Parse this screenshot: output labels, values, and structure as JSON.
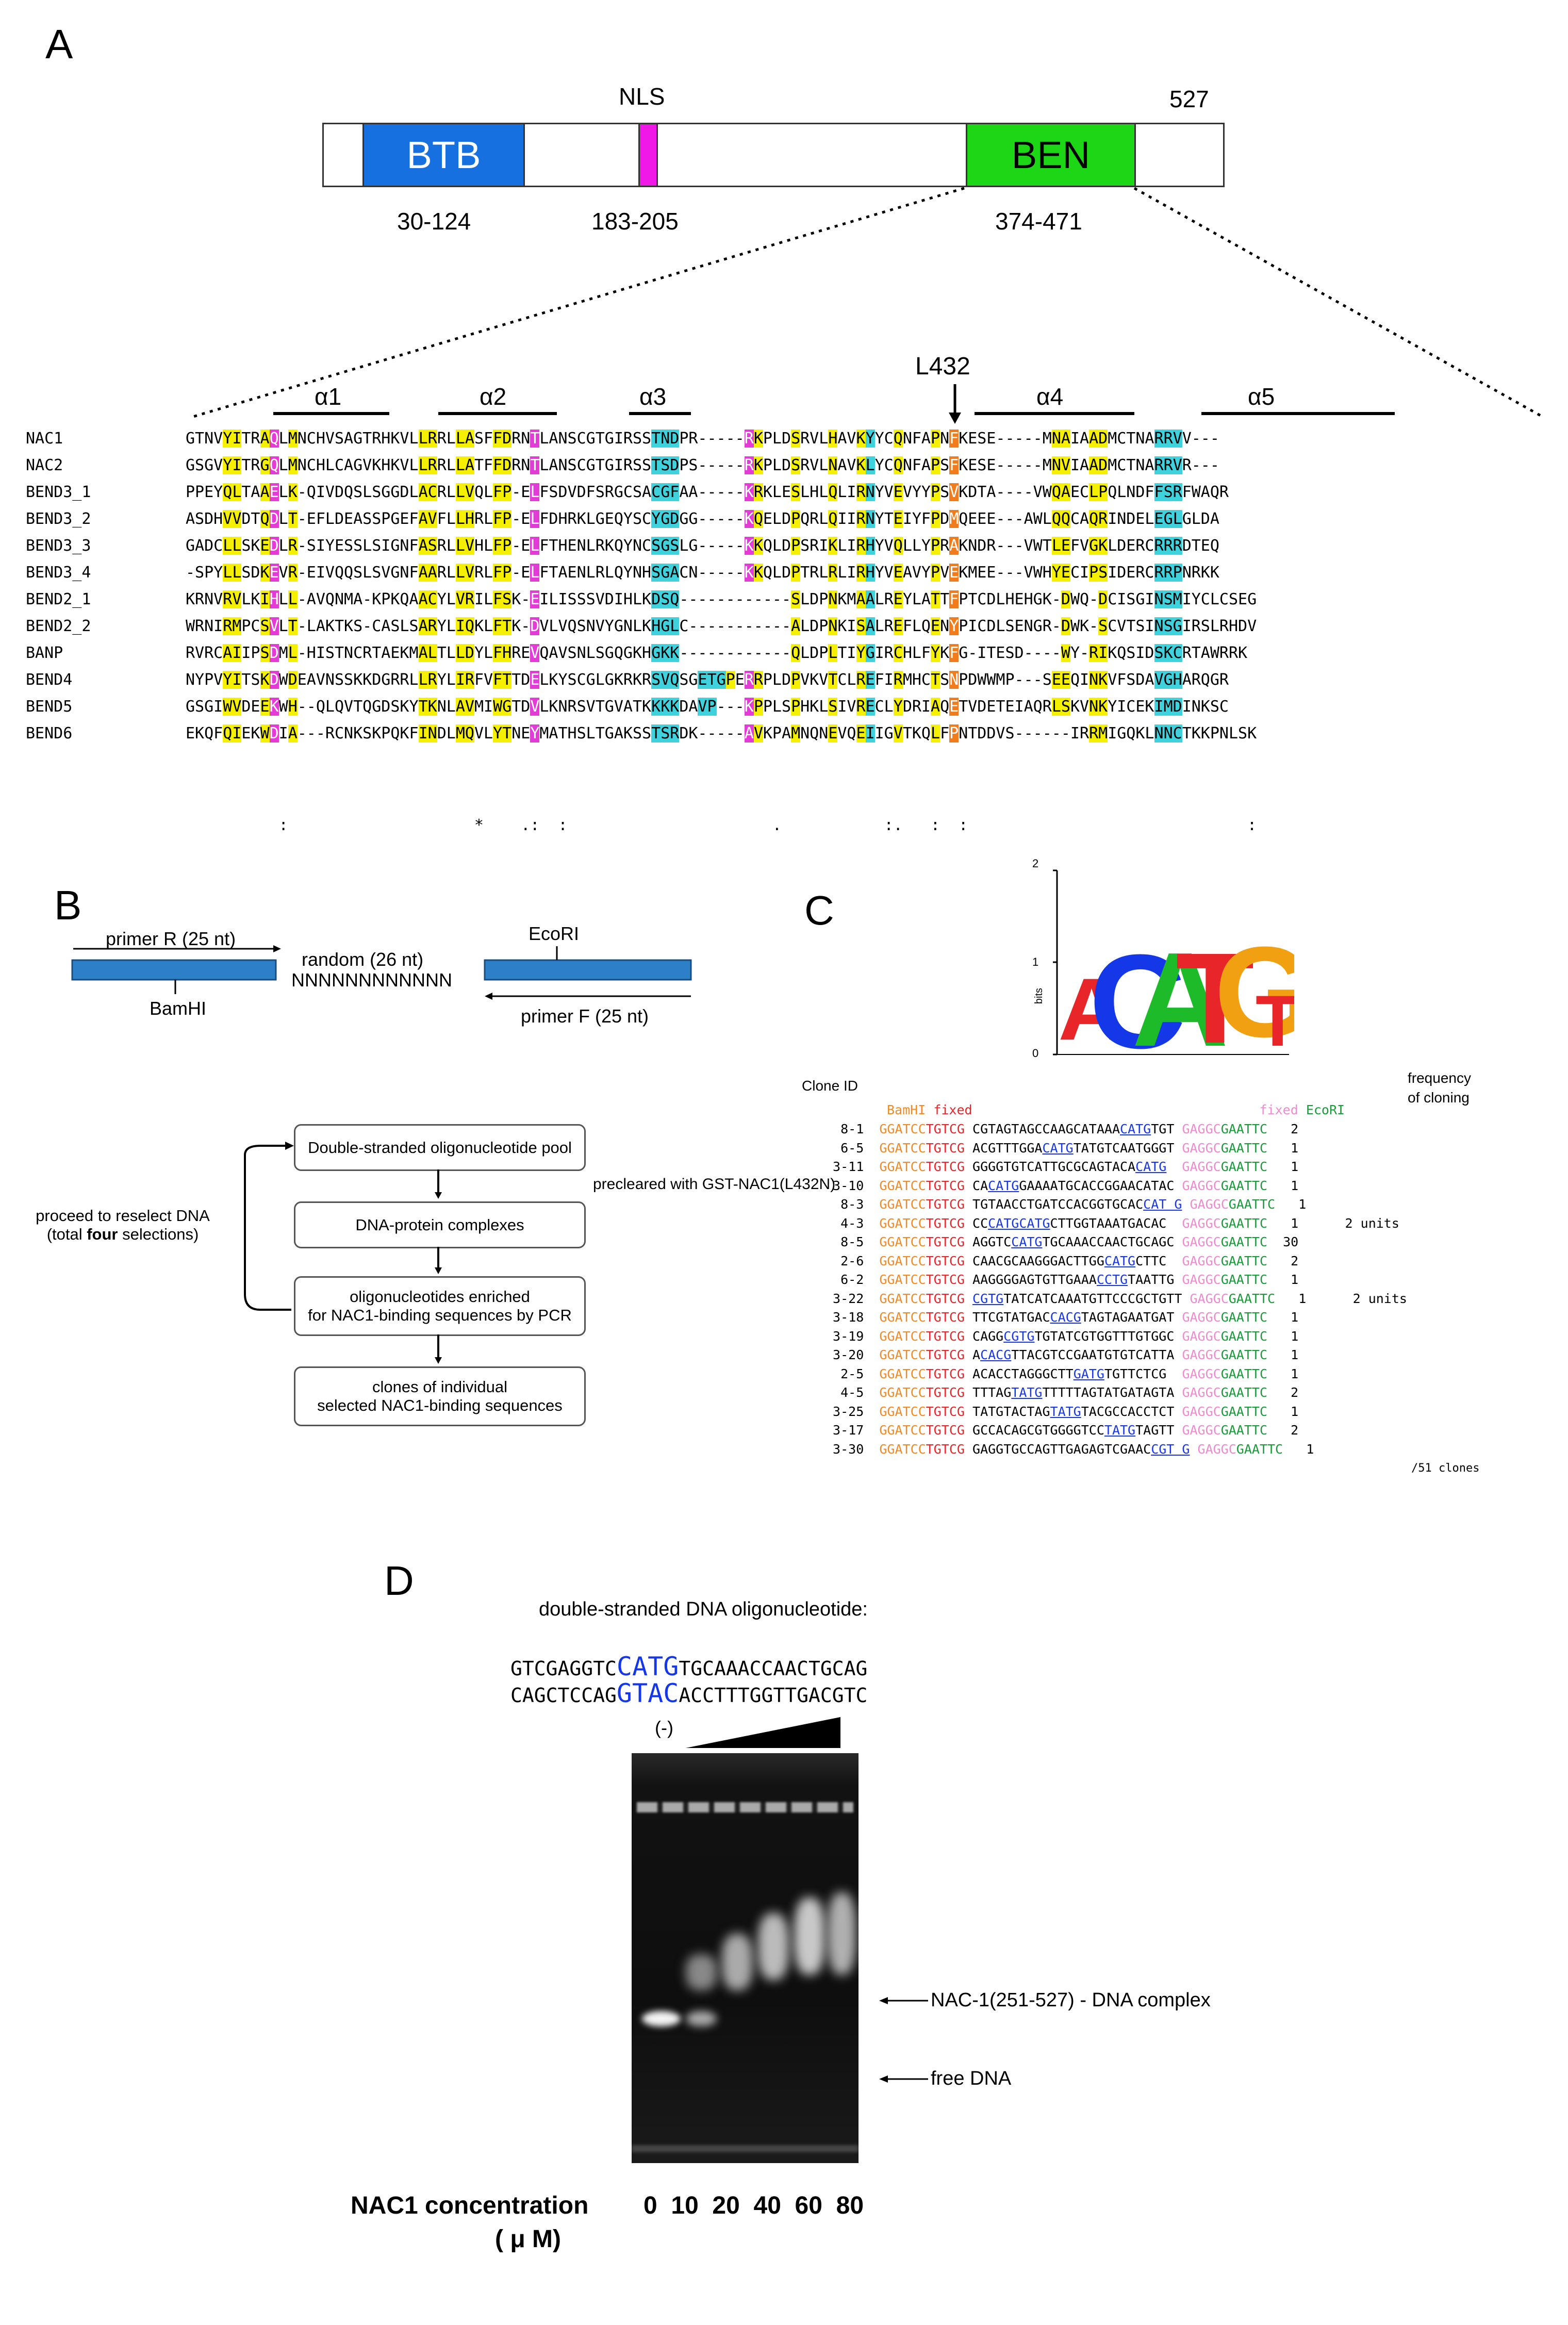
{
  "panelA": {
    "letter": "A",
    "nls": "NLS",
    "length": "527",
    "btb": "BTB",
    "ben": "BEN",
    "btb_range": "30-124",
    "nls_range": "183-205",
    "ben_range": "374-471",
    "helices": [
      "α1",
      "α2",
      "α3",
      "α4",
      "α5"
    ],
    "mutation": "L432",
    "alignment": [
      {
        "name": "NAC1",
        "seq": "GTNVYITRAQLMNCHVSAGTRHKVLLRRLLASFFDRNTLANSCGTGIRSSTNDPR-----RKPLDSRVLHAVKYYCQNFAPNFKESE-----MNAIAADMCTNARRVV---"
      },
      {
        "name": "NAC2",
        "seq": "GSGVYITRGQLMNCHLCAGVKHKVLLRRLLATFFDRNTLANSCGTGIRSSTSDPS-----RKPLDSRVLNAVKLYCQNFAPSFKESE-----MNVIAADMCTNARRVR---"
      },
      {
        "name": "BEND3_1",
        "seq": "PPEYQLTAAELK-QIVDQSLSGGDLACRLLVQLFP-ELFSDVDFSRGCSACGFAA-----KRKLESLHLQLIRNYVEVYYPSVKDTA----VWQAECLPQLNDFFSRFWAQR"
      },
      {
        "name": "BEND3_2",
        "seq": "ASDHVVDTQDLT-EFLDEASSPGEFAVFLLHRLFP-ELFDHRKLGEQYSCYGDGG-----KQELDPQRLQIIRNYTEIYFPDMQEEE---AWLQQCAQRINDELEGLGLDA"
      },
      {
        "name": "BEND3_3",
        "seq": "GADCLLSKEDLR-SIYESSLSIGNFASRLLVHLFP-ELFTHENLRKQYNCSGSLG-----KKQLDPSRIKLIRHYVQLLYPRAKNDR---VWTLEFVGKLDERCRRRDTEQ"
      },
      {
        "name": "BEND3_4",
        "seq": "-SPYLLSDKEVR-EIVQQSLSVGNFAARLLVRLFP-ELFTAENLRLQYNHSGACN-----KKQLDPTRLRLIRHYVEAVYPVEKMEE---VWHYECIPSIDERCRRPNRKK"
      },
      {
        "name": "BEND2_1",
        "seq": "KRNVRVLKIHLL-AVQNMA-KPKQAACYLVRILFSK-EILISSSVDIHLKDSQ------------SLDPNKMAALREYLATTFPTCDLHEHGK-DWQ-DCISGINSMIYCLCSEG"
      },
      {
        "name": "BEND2_2",
        "seq": "WRNIRMPCSVLT-LAKTKS-CASLSARYLIQKLFTK-DVLVQSNVYGNLKHGLC-----------ALDPNKISALREFLQENYPICDLSENGR-DWK-SCVTSINSGIRSLRHDV"
      },
      {
        "name": "BANP",
        "seq": "RVRCAIIPSDML-HISTNCRTAEKMALTLLDYLFHREVQAVSNLSGQGKHGKK------------QLDPLTIYGIRCHLFYKFG-ITESD----WY-RIKQSIDSKCRTAWRRK"
      },
      {
        "name": "BEND4",
        "seq": "NYPVYITSKDWDEAVNSSKKDGRRLLRYLIRFVFTTDELKYSCGLGKRKRSVQSGETGPERRPLDPVKVTCLREFIRMHCTSNPDWWMP---SEEQINKVFSDAVGHARQGR"
      },
      {
        "name": "BEND5",
        "seq": "GSGIWVDEEKWH--QLQVTQGDSKYTKNLAVMIWGTDVLKNRSVTGVATKKKKDAVP---KPPLSPHKLSIVRECLYDRIAQETVDETEIAQRLSKVNKYICEKIMDINKSC"
      },
      {
        "name": "BEND6",
        "seq": "EKQFQIEKWDIA---RCNKSKPQKFINDLMQVLYTNEYMATHSLTGAKSSTSRDK-----AVKPAMNQNEVQEIIGVTKQLFPNTDDVS------IRRMIGQKLNNCTKKPNLSK"
      }
    ],
    "consensus": "          :                    *    .:  :                      .           :.   :  :                              :      "
  },
  "panelB": {
    "letter": "B",
    "primerR": "primer R (25 nt)",
    "random": "random (26 nt)",
    "nnn": "NNNNNNNNNNNN",
    "ecori": "EcoRI",
    "bamhi": "BamHI",
    "primerF": "primer F (25 nt)",
    "step1": "Double-stranded oligonucleotide pool",
    "preclear": "precleared with GST-NAC1(L432N)",
    "step2": "DNA-protein complexes",
    "step3a": "oligonucleotides enriched",
    "step3b": "for NAC1-binding sequences by PCR",
    "step4a": "clones of individual",
    "step4b": "selected NAC1-binding sequences",
    "loop1": "proceed to reselect DNA",
    "loop2a": "(total ",
    "loop2b": "four",
    "loop2c": " selections)"
  },
  "panelC": {
    "letter": "C",
    "bits": "bits",
    "y2": "2",
    "y1": "1",
    "y0": "0",
    "clone_id": "Clone ID",
    "freq1": "frequency",
    "freq2": "of cloning",
    "hdr_bamhi": "BamHI",
    "hdr_fixed": "fixed",
    "hdr_fixed2": "fixed",
    "hdr_ecori": "EcoRI",
    "bam": "GGATCC",
    "fix1": "TGTCG",
    "fix2": "GAGGC",
    "eco": "GAATTC",
    "rows": [
      {
        "id": "8-1",
        "pre": "CGTAGTAGCCAAGCATAAA",
        "mot": "CATG",
        "post": "TGT",
        "f": "2",
        "u": ""
      },
      {
        "id": "6-5",
        "pre": "ACGTTTGGA",
        "mot": "CATG",
        "post": "TATGTCAATGGGT",
        "f": "1",
        "u": ""
      },
      {
        "id": "3-11",
        "pre": "GGGGTGTCATTGCGCAGTACA",
        "mot": "CATG",
        "post": "",
        "f": "1",
        "u": ""
      },
      {
        "id": "3-10",
        "pre": "CA",
        "mot": "CATG",
        "post": "GAAAATGCACCGGAACATAC",
        "f": "1",
        "u": ""
      },
      {
        "id": "8-3",
        "pre": "TGTAACCTGATCCACGGTGCAC",
        "mot": "CAT G",
        "post": "",
        "f": "1",
        "u": ""
      },
      {
        "id": "4-3",
        "pre": "CC",
        "mot": "CATGCATG",
        "post": "CTTGGTAAATGACAC",
        "f": "1",
        "u": "2 units"
      },
      {
        "id": "8-5",
        "pre": "AGGTC",
        "mot": "CATG",
        "post": "TGCAAACCAACTGCAGC",
        "f": "30",
        "u": ""
      },
      {
        "id": "2-6",
        "pre": "CAACGCAAGGGACTTGG",
        "mot": "CATG",
        "post": "CTTC",
        "f": "2",
        "u": ""
      },
      {
        "id": "6-2",
        "pre": "AAGGGGAGTGTTGAAA",
        "mot": "CCTG",
        "post": "TAATTG",
        "f": "1",
        "u": ""
      },
      {
        "id": "3-22",
        "pre": "",
        "mot": "CGTG",
        "post": "TATCATCAAATGTTCCCGCTGTT",
        "f": "1",
        "u": "2 units"
      },
      {
        "id": "3-18",
        "pre": "TTCGTATGAC",
        "mot": "CACG",
        "post": "TAGTAGAATGAT",
        "f": "1",
        "u": ""
      },
      {
        "id": "3-19",
        "pre": "CAGG",
        "mot": "CGTG",
        "post": "TGTATCGTGGTTTGTGGC",
        "f": "1",
        "u": ""
      },
      {
        "id": "3-20",
        "pre": "A",
        "mot": "CACG",
        "post": "TTACGTCCGAATGTGTCATTA",
        "f": "1",
        "u": ""
      },
      {
        "id": "2-5",
        "pre": "ACACCTAGGGCTT",
        "mot": "GATG",
        "post": "TGTTCTCG",
        "f": "1",
        "u": ""
      },
      {
        "id": "4-5",
        "pre": "TTTAG",
        "mot": "TATG",
        "post": "TTTTTAGTATGATAGTA",
        "f": "2",
        "u": ""
      },
      {
        "id": "3-25",
        "pre": "TATGTACTAG",
        "mot": "TATG",
        "post": "TACGCCACCTCT",
        "f": "1",
        "u": ""
      },
      {
        "id": "3-17",
        "pre": "GCCACAGCGTGGGGTCC",
        "mot": "TATG",
        "post": "TAGTT",
        "f": "2",
        "u": ""
      },
      {
        "id": "3-30",
        "pre": "GAGGTGCCAGTTGAGAGTCGAAC",
        "mot": "CGT G",
        "post": "",
        "f": "1",
        "u": ""
      }
    ],
    "total": "/51 clones"
  },
  "panelD": {
    "letter": "D",
    "title": "double-stranded DNA oligonucleotide:",
    "top_pre": "GTCGAGGTC",
    "top_mot": "CATG",
    "top_post": "TGCAAACCAACTGCAG",
    "bot_pre": "CAGCTCCAG",
    "bot_mot": "GTAC",
    "bot_post": "ACCTTTGGTTGACGTC",
    "neg": "(-)",
    "complex": "NAC-1(251-527) - DNA complex",
    "free": "free DNA",
    "conc_label": "NAC1 concentration",
    "conc_values": "0  10  20  40  60  80",
    "unit": "( μ M)"
  },
  "colors": {
    "btb": "#1670e0",
    "ben": "#1dd616",
    "nls": "#f018e6",
    "motif": "#1438e8"
  }
}
